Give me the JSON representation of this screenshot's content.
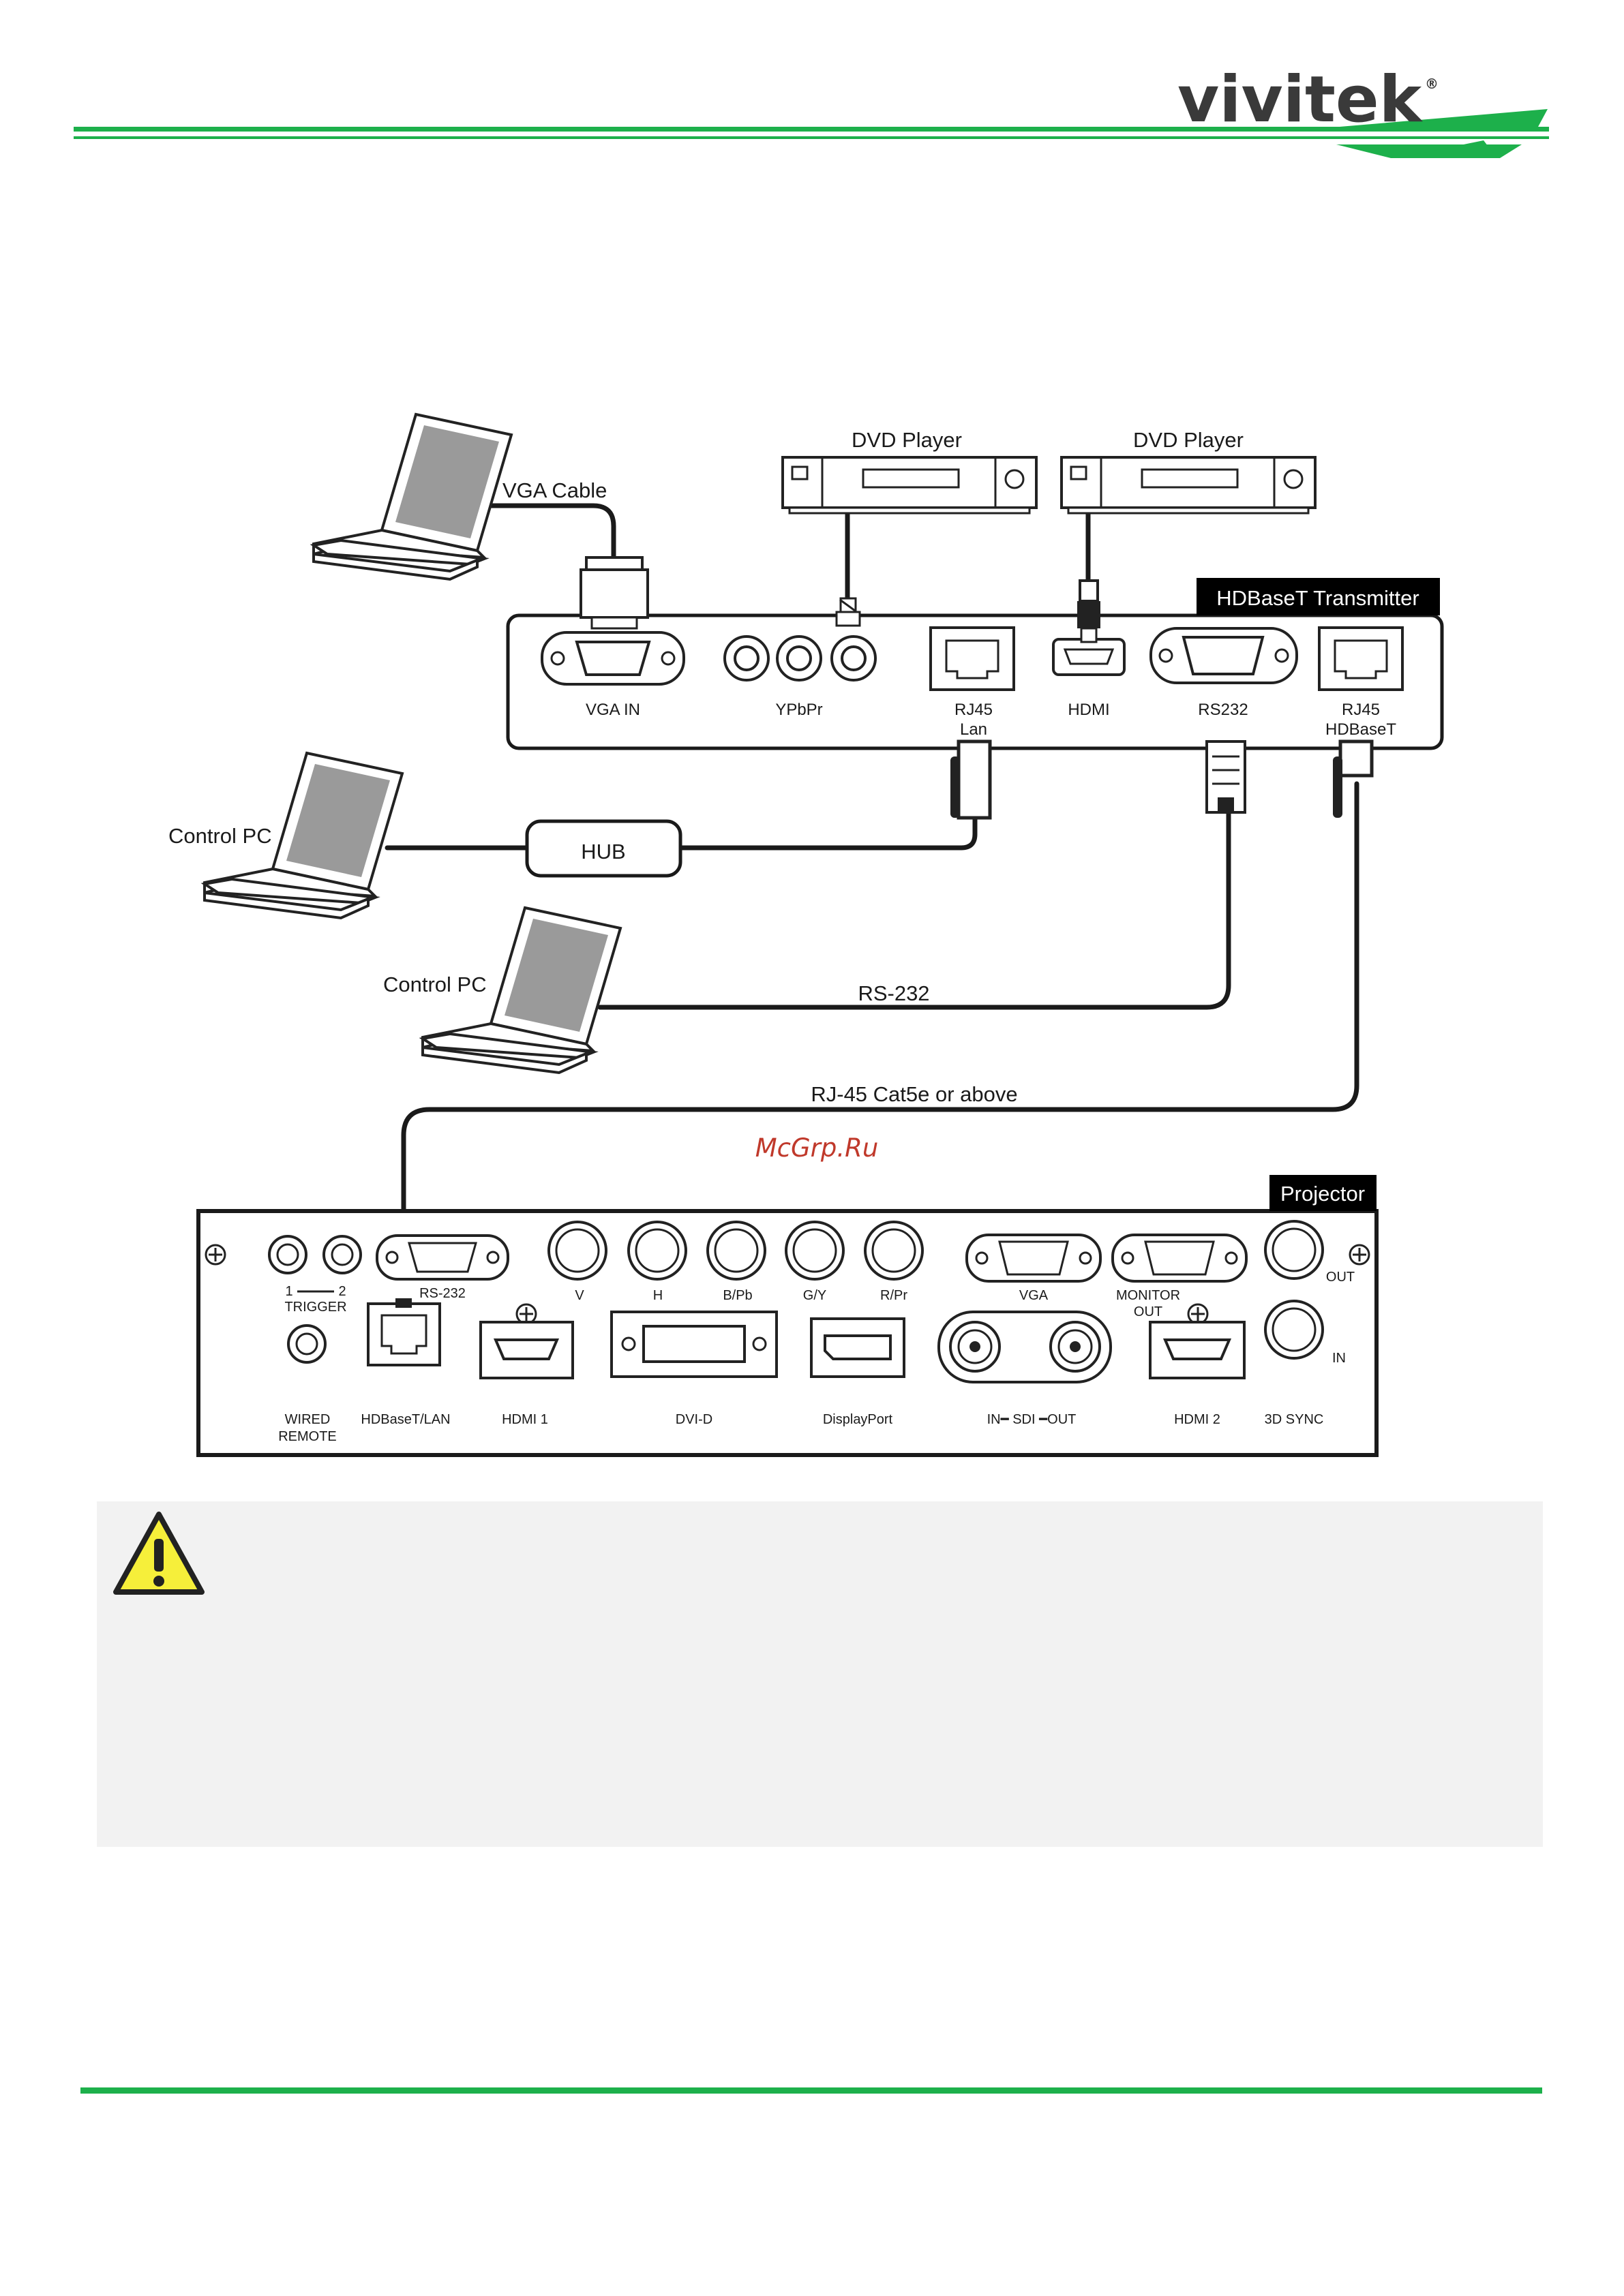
{
  "brand": {
    "logo": "vivitek",
    "registered": "®",
    "accent": "#1db04b"
  },
  "laptops": {
    "vga": "VGA Cable",
    "control_lan": "Control PC",
    "control_rs232": "Control PC"
  },
  "dvd": {
    "left": "DVD Player",
    "right": "DVD Player"
  },
  "hub": "HUB",
  "cables": {
    "rs232": "RS-232",
    "cat5": "RJ-45 Cat5e or above"
  },
  "transmitter": {
    "title": "HDBaseT Transmitter",
    "ports": {
      "vga_in": "VGA IN",
      "ypbpr": "YPbPr",
      "rj45_lan_1": "RJ45",
      "rj45_lan_2": "Lan",
      "hdmi": "HDMI",
      "rs232": "RS232",
      "rj45_hdb_1": "RJ45",
      "rj45_hdb_2": "HDBaseT"
    }
  },
  "projector": {
    "title": "Projector",
    "ports": {
      "trigger_1": "1",
      "trigger_2": "2",
      "trigger": "TRIGGER",
      "rs232": "RS-232",
      "v": "V",
      "h": "H",
      "bpb": "B/Pb",
      "gy": "G/Y",
      "rpr": "R/Pr",
      "vga": "VGA",
      "monitor_1": "MONITOR",
      "monitor_2": "OUT",
      "out": "OUT",
      "in": "IN",
      "wired_1": "WIRED",
      "wired_2": "REMOTE",
      "hdbaset_lan": "HDBaseT/LAN",
      "hdmi1": "HDMI 1",
      "dvid": "DVI-D",
      "displayport": "DisplayPort",
      "sdi": "IN━ SDI ━OUT",
      "hdmi2": "HDMI 2",
      "sync3d": "3D SYNC"
    }
  },
  "watermark": "McGrp.Ru",
  "warning_icon": "warning-triangle-icon"
}
